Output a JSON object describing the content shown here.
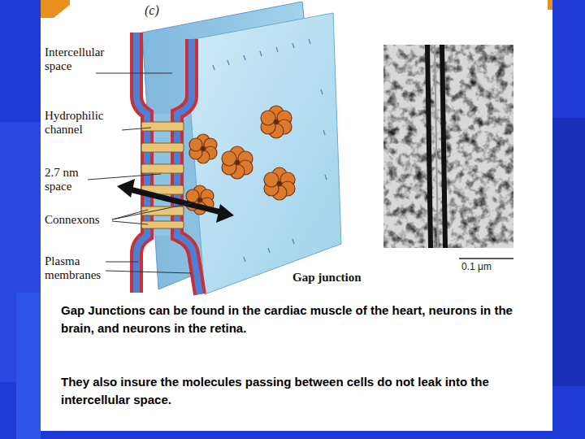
{
  "diagram": {
    "labels": [
      "(c)",
      "Intercellular space",
      "Hydrophilic channel",
      "2.7 nm space",
      "Connexons",
      "Plasma membranes",
      "Gap junction",
      "0.1 μm",
      "Gap Junctions can be found in the cardiac muscle of the heart, neurons in the brain, and neurons in the retina.",
      "They also insure the molecules passing between cells do not leak into the intercellular space."
    ]
  }
}
